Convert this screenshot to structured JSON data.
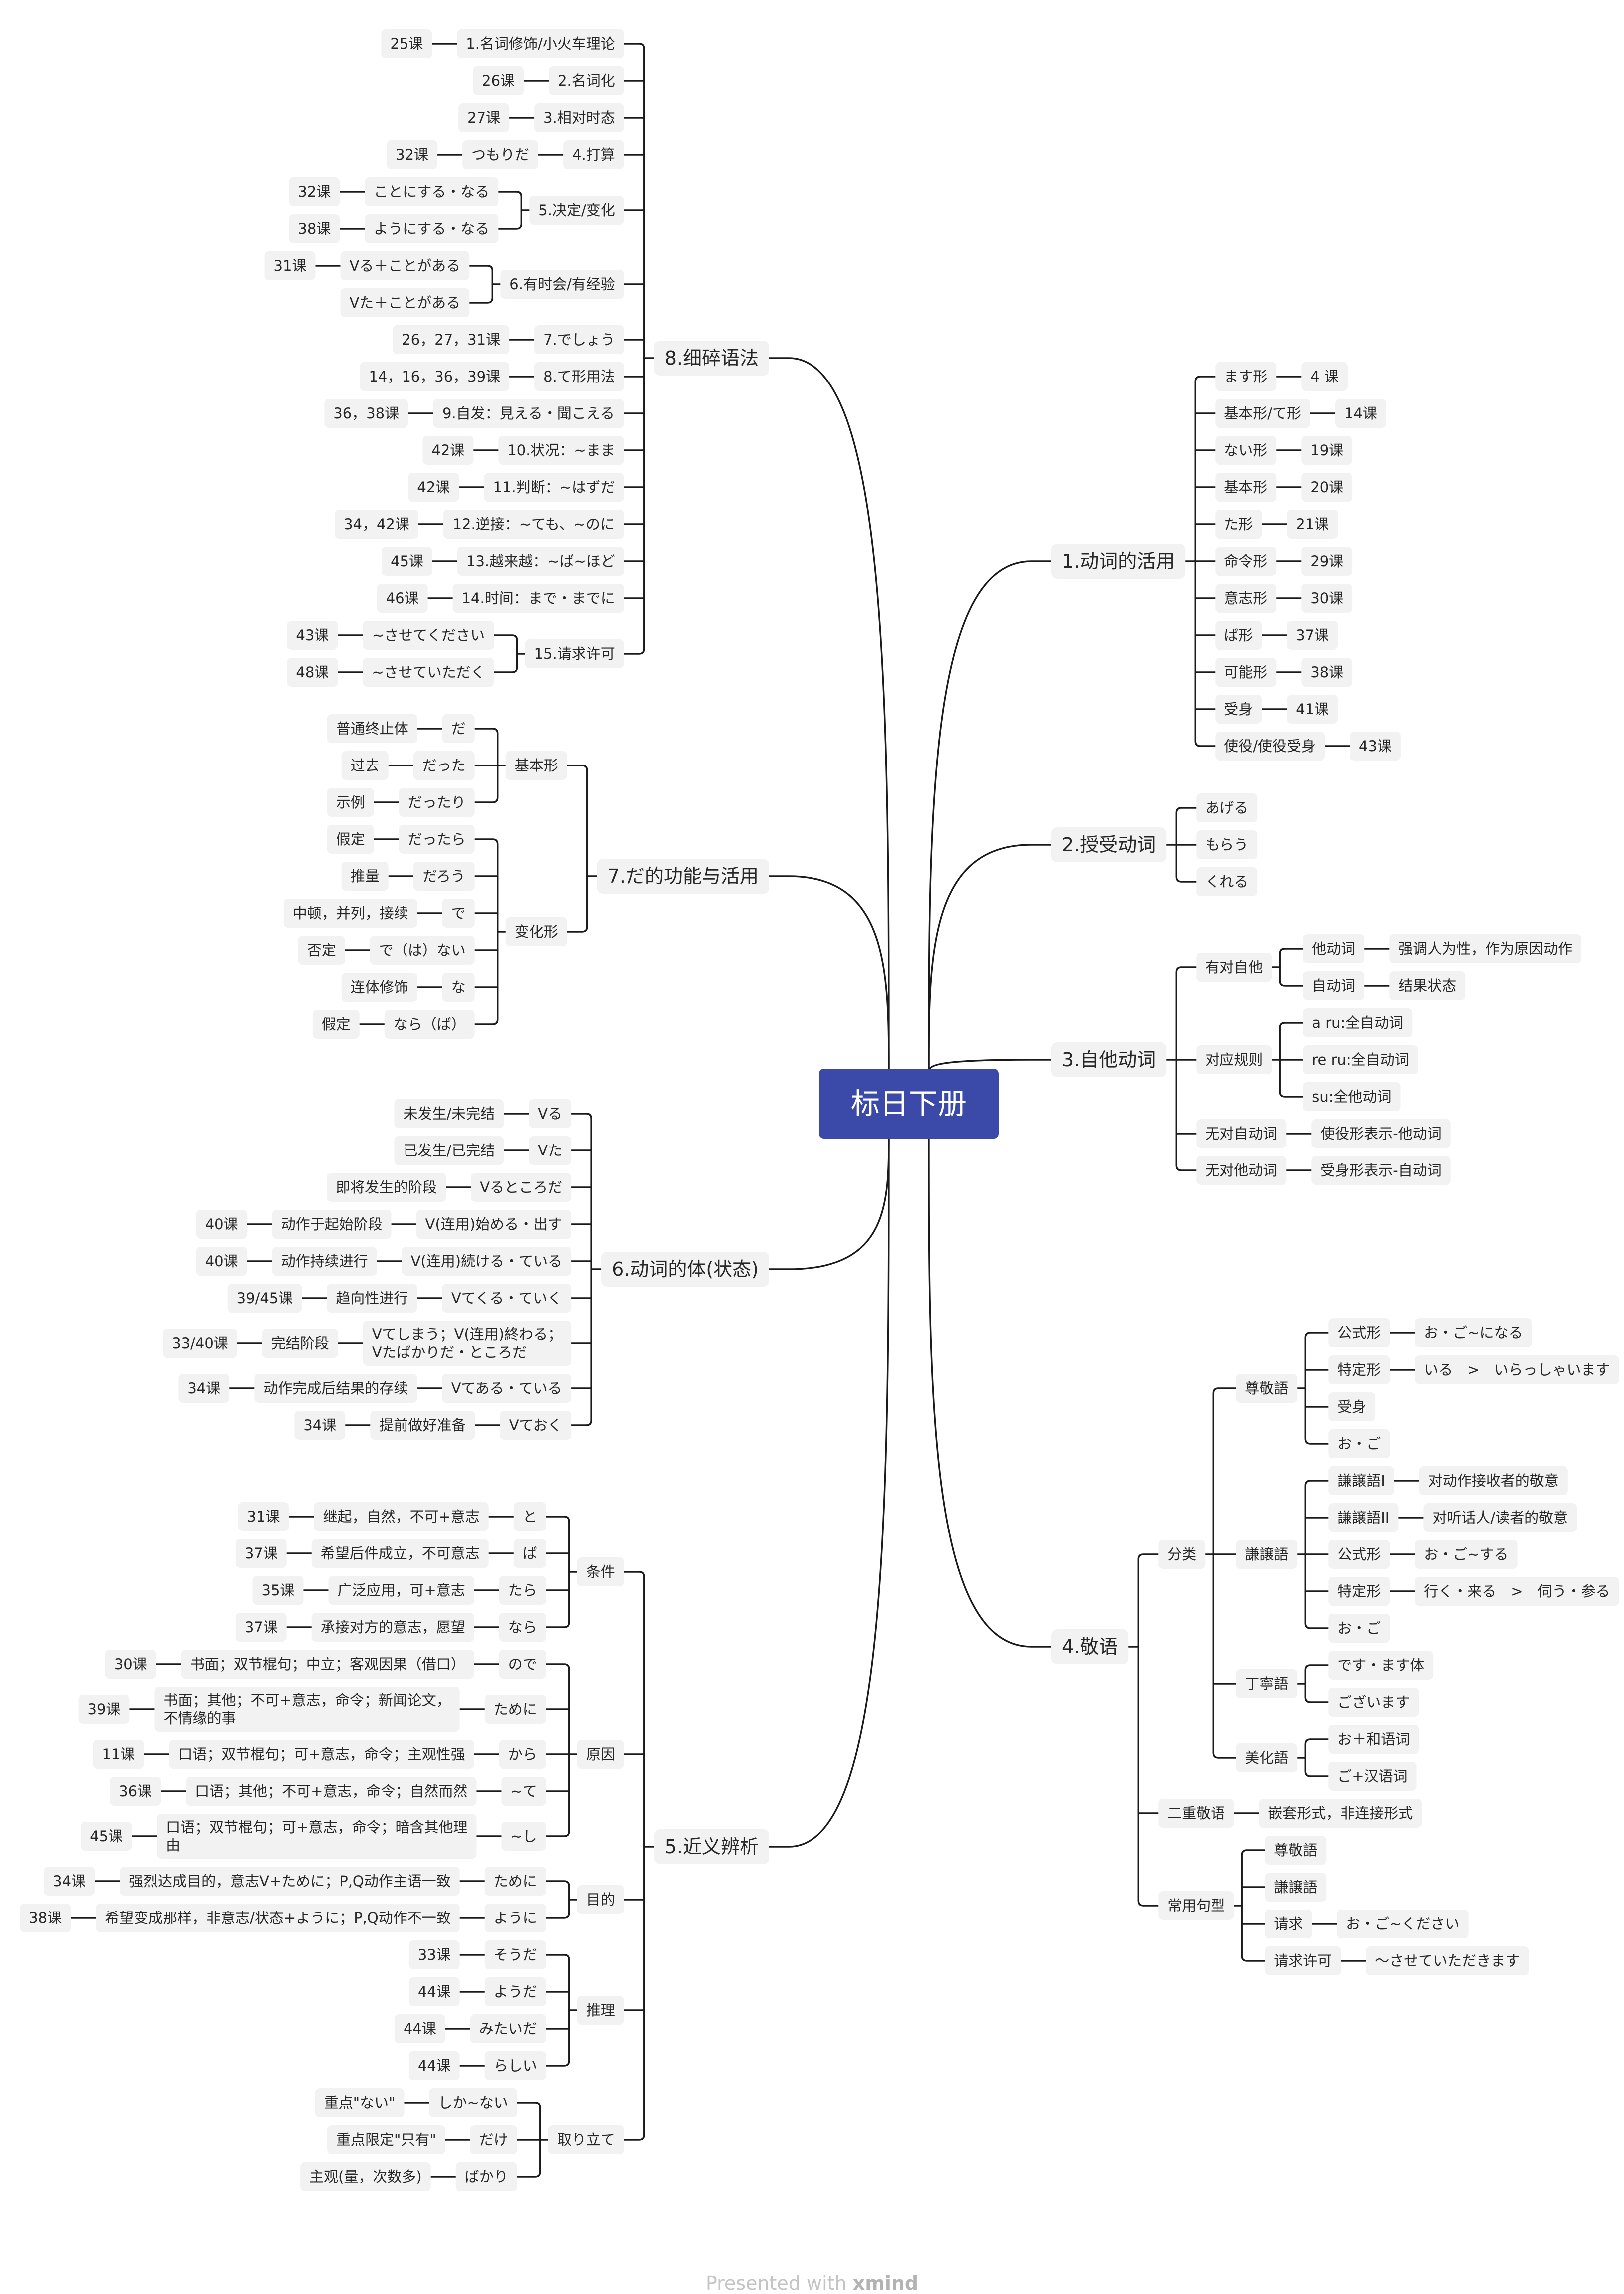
{
  "root": "标日下册",
  "footer": {
    "prefix": "Presented with",
    "brand": "xmind"
  },
  "branches": [
    {
      "id": "b1",
      "label": "1.动词的活用",
      "children": [
        {
          "label": "ます形",
          "children": [
            {
              "label": "4 课"
            }
          ]
        },
        {
          "label": "基本形/て形",
          "children": [
            {
              "label": "14课"
            }
          ]
        },
        {
          "label": "ない形",
          "children": [
            {
              "label": "19课"
            }
          ]
        },
        {
          "label": "基本形",
          "children": [
            {
              "label": "20课"
            }
          ]
        },
        {
          "label": "た形",
          "children": [
            {
              "label": "21课"
            }
          ]
        },
        {
          "label": "命令形",
          "children": [
            {
              "label": "29课"
            }
          ]
        },
        {
          "label": "意志形",
          "children": [
            {
              "label": "30课"
            }
          ]
        },
        {
          "label": "ば形",
          "children": [
            {
              "label": "37课"
            }
          ]
        },
        {
          "label": "可能形",
          "children": [
            {
              "label": "38课"
            }
          ]
        },
        {
          "label": "受身",
          "children": [
            {
              "label": "41课"
            }
          ]
        },
        {
          "label": "使役/使役受身",
          "children": [
            {
              "label": "43课"
            }
          ]
        }
      ]
    },
    {
      "id": "b2",
      "label": "2.授受动词",
      "children": [
        {
          "label": "あげる"
        },
        {
          "label": "もらう"
        },
        {
          "label": "くれる"
        }
      ]
    },
    {
      "id": "b3",
      "label": "3.自他动词",
      "children": [
        {
          "label": "有对自他",
          "children": [
            {
              "label": "他动词",
              "children": [
                {
                  "label": "强调人为性，作为原因动作"
                }
              ]
            },
            {
              "label": "自动词",
              "children": [
                {
                  "label": "结果状态"
                }
              ]
            }
          ]
        },
        {
          "label": "对应规则",
          "children": [
            {
              "label": "a ru:全自动词"
            },
            {
              "label": "re ru:全自动词"
            },
            {
              "label": "su:全他动词"
            }
          ]
        },
        {
          "label": "无对自动词",
          "children": [
            {
              "label": "使役形表示-他动词"
            }
          ]
        },
        {
          "label": "无对他动词",
          "children": [
            {
              "label": "受身形表示-自动词"
            }
          ]
        }
      ]
    },
    {
      "id": "b4",
      "label": "4.敬语",
      "children": [
        {
          "label": "分类",
          "children": [
            {
              "label": "尊敬語",
              "children": [
                {
                  "label": "公式形",
                  "children": [
                    {
                      "label": "お・ご~になる"
                    }
                  ]
                },
                {
                  "label": "特定形",
                  "children": [
                    {
                      "label": "いる　>　いらっしゃいます"
                    }
                  ]
                },
                {
                  "label": "受身"
                },
                {
                  "label": "お・ご"
                }
              ]
            },
            {
              "label": "謙譲語",
              "children": [
                {
                  "label": "謙譲語I",
                  "children": [
                    {
                      "label": "对动作接收者的敬意"
                    }
                  ]
                },
                {
                  "label": "謙譲語II",
                  "children": [
                    {
                      "label": "对听话人/读者的敬意"
                    }
                  ]
                },
                {
                  "label": "公式形",
                  "children": [
                    {
                      "label": "お・ご~する"
                    }
                  ]
                },
                {
                  "label": "特定形",
                  "children": [
                    {
                      "label": "行く・来る　>　伺う・参る"
                    }
                  ]
                },
                {
                  "label": "お・ご"
                }
              ]
            },
            {
              "label": "丁寧語",
              "children": [
                {
                  "label": "です・ます体"
                },
                {
                  "label": "ございます"
                }
              ]
            },
            {
              "label": "美化語",
              "children": [
                {
                  "label": "お＋和语词"
                },
                {
                  "label": "ご+汉语词"
                }
              ]
            }
          ]
        },
        {
          "label": "二重敬语",
          "children": [
            {
              "label": "嵌套形式，非连接形式"
            }
          ]
        },
        {
          "label": "常用句型",
          "children": [
            {
              "label": "尊敬語"
            },
            {
              "label": "謙譲語"
            },
            {
              "label": "请求",
              "children": [
                {
                  "label": "お・ご~ください"
                }
              ]
            },
            {
              "label": "请求许可",
              "children": [
                {
                  "label": "～させていただきます"
                }
              ]
            }
          ]
        }
      ]
    },
    {
      "id": "b5",
      "label": "5.近义辨析",
      "children": [
        {
          "label": "条件",
          "children": [
            {
              "label": "と",
              "children": [
                {
                  "label": "继起，自然，不可+意志",
                  "children": [
                    {
                      "label": "31课"
                    }
                  ]
                }
              ]
            },
            {
              "label": "ば",
              "children": [
                {
                  "label": "希望后件成立，不可意志",
                  "children": [
                    {
                      "label": "37课"
                    }
                  ]
                }
              ]
            },
            {
              "label": "たら",
              "children": [
                {
                  "label": "广泛应用，可+意志",
                  "children": [
                    {
                      "label": "35课"
                    }
                  ]
                }
              ]
            },
            {
              "label": "なら",
              "children": [
                {
                  "label": "承接对方的意志，愿望",
                  "children": [
                    {
                      "label": "37课"
                    }
                  ]
                }
              ]
            }
          ]
        },
        {
          "label": "原因",
          "children": [
            {
              "label": "ので",
              "children": [
                {
                  "label": "书面；双节棍句；中立；客观因果（借口）",
                  "children": [
                    {
                      "label": "30课"
                    }
                  ]
                }
              ]
            },
            {
              "label": "ために",
              "children": [
                {
                  "label": "书面；其他；不可+意志，命令；新闻论文，\n不情缘的事",
                  "children": [
                    {
                      "label": "39课"
                    }
                  ]
                }
              ]
            },
            {
              "label": "から",
              "children": [
                {
                  "label": "口语；双节棍句；可+意志，命令；主观性强",
                  "children": [
                    {
                      "label": "11课"
                    }
                  ]
                }
              ]
            },
            {
              "label": "~て",
              "children": [
                {
                  "label": "口语；其他；不可+意志，命令；自然而然",
                  "children": [
                    {
                      "label": "36课"
                    }
                  ]
                }
              ]
            },
            {
              "label": "~し",
              "children": [
                {
                  "label": "口语；双节棍句；可+意志，命令；暗含其他理\n由",
                  "children": [
                    {
                      "label": "45课"
                    }
                  ]
                }
              ]
            }
          ]
        },
        {
          "label": "目的",
          "children": [
            {
              "label": "ために",
              "children": [
                {
                  "label": "强烈达成目的，意志V+ために；P,Q动作主语一致",
                  "children": [
                    {
                      "label": "34课"
                    }
                  ]
                }
              ]
            },
            {
              "label": "ように",
              "children": [
                {
                  "label": "希望变成那样，非意志/状态+ように；P,Q动作不一致",
                  "children": [
                    {
                      "label": "38课"
                    }
                  ]
                }
              ]
            }
          ]
        },
        {
          "label": "推理",
          "children": [
            {
              "label": "そうだ",
              "children": [
                {
                  "label": "33课"
                }
              ]
            },
            {
              "label": "ようだ",
              "children": [
                {
                  "label": "44课"
                }
              ]
            },
            {
              "label": "みたいだ",
              "children": [
                {
                  "label": "44课"
                }
              ]
            },
            {
              "label": "らしい",
              "children": [
                {
                  "label": "44课"
                }
              ]
            }
          ]
        },
        {
          "label": "取り立て",
          "children": [
            {
              "label": "しか~ない",
              "children": [
                {
                  "label": "重点\"ない\""
                }
              ]
            },
            {
              "label": "だけ",
              "children": [
                {
                  "label": "重点限定\"只有\""
                }
              ]
            },
            {
              "label": "ばかり",
              "children": [
                {
                  "label": "主观(量，次数多)"
                }
              ]
            }
          ]
        }
      ]
    },
    {
      "id": "b6",
      "label": "6.动词的体(状态)",
      "children": [
        {
          "label": "Vる",
          "children": [
            {
              "label": "未发生/未完结"
            }
          ]
        },
        {
          "label": "Vた",
          "children": [
            {
              "label": "已发生/已完结"
            }
          ]
        },
        {
          "label": "Vるところだ",
          "children": [
            {
              "label": "即将发生的阶段"
            }
          ]
        },
        {
          "label": "V(连用)始める・出す",
          "children": [
            {
              "label": "动作于起始阶段",
              "children": [
                {
                  "label": "40课"
                }
              ]
            }
          ]
        },
        {
          "label": "V(连用)続ける・ている",
          "children": [
            {
              "label": "动作持续进行",
              "children": [
                {
                  "label": "40课"
                }
              ]
            }
          ]
        },
        {
          "label": "Vてくる・ていく",
          "children": [
            {
              "label": "趋向性进行",
              "children": [
                {
                  "label": "39/45课"
                }
              ]
            }
          ]
        },
        {
          "label": "Vてしまう；V(连用)終わる；\nVたばかりだ・ところだ",
          "children": [
            {
              "label": "完结阶段",
              "children": [
                {
                  "label": "33/40课"
                }
              ]
            }
          ]
        },
        {
          "label": "Vてある・ている",
          "children": [
            {
              "label": "动作完成后结果的存续",
              "children": [
                {
                  "label": "34课"
                }
              ]
            }
          ]
        },
        {
          "label": "Vておく",
          "children": [
            {
              "label": "提前做好准备",
              "children": [
                {
                  "label": "34课"
                }
              ]
            }
          ]
        }
      ]
    },
    {
      "id": "b7",
      "label": "7.だ的功能与活用",
      "children": [
        {
          "label": "基本形",
          "children": [
            {
              "label": "だ",
              "children": [
                {
                  "label": "普通终止体"
                }
              ]
            },
            {
              "label": "だった",
              "children": [
                {
                  "label": "过去"
                }
              ]
            },
            {
              "label": "だったり",
              "children": [
                {
                  "label": "示例"
                }
              ]
            }
          ]
        },
        {
          "label": "变化形",
          "children": [
            {
              "label": "だったら",
              "children": [
                {
                  "label": "假定"
                }
              ]
            },
            {
              "label": "だろう",
              "children": [
                {
                  "label": "推量"
                }
              ]
            },
            {
              "label": "で",
              "children": [
                {
                  "label": "中顿，并列，接续"
                }
              ]
            },
            {
              "label": "で（は）ない",
              "children": [
                {
                  "label": "否定"
                }
              ]
            },
            {
              "label": "な",
              "children": [
                {
                  "label": "连体修饰"
                }
              ]
            },
            {
              "label": "なら（ば）",
              "children": [
                {
                  "label": "假定"
                }
              ]
            }
          ]
        }
      ]
    },
    {
      "id": "b8",
      "label": "8.细碎语法",
      "children": [
        {
          "label": "1.名词修饰/小火车理论",
          "children": [
            {
              "label": "25课"
            }
          ]
        },
        {
          "label": "2.名词化",
          "children": [
            {
              "label": "26课"
            }
          ]
        },
        {
          "label": "3.相对时态",
          "children": [
            {
              "label": "27课"
            }
          ]
        },
        {
          "label": "4.打算",
          "children": [
            {
              "label": "つもりだ",
              "children": [
                {
                  "label": "32课"
                }
              ]
            }
          ]
        },
        {
          "label": "5.决定/变化",
          "children": [
            {
              "label": "ことにする・なる",
              "children": [
                {
                  "label": "32课"
                }
              ]
            },
            {
              "label": "ようにする・なる",
              "children": [
                {
                  "label": "38课"
                }
              ]
            }
          ]
        },
        {
          "label": "6.有时会/有经验",
          "children": [
            {
              "label": "Vる＋ことがある",
              "children": [
                {
                  "label": "31课"
                }
              ]
            },
            {
              "label": "Vた＋ことがある"
            }
          ]
        },
        {
          "label": "7.でしょう",
          "children": [
            {
              "label": "26，27，31课"
            }
          ]
        },
        {
          "label": "8.て形用法",
          "children": [
            {
              "label": "14，16，36，39课"
            }
          ]
        },
        {
          "label": "9.自发：見える・聞こえる",
          "children": [
            {
              "label": "36，38课"
            }
          ]
        },
        {
          "label": "10.状况：~まま",
          "children": [
            {
              "label": "42课"
            }
          ]
        },
        {
          "label": "11.判断：~はずだ",
          "children": [
            {
              "label": "42课"
            }
          ]
        },
        {
          "label": "12.逆接：~ても、~のに",
          "children": [
            {
              "label": "34，42课"
            }
          ]
        },
        {
          "label": "13.越来越：~ば~ほど",
          "children": [
            {
              "label": "45课"
            }
          ]
        },
        {
          "label": "14.时间：まで・までに",
          "children": [
            {
              "label": "46课"
            }
          ]
        },
        {
          "label": "15.请求许可",
          "children": [
            {
              "label": "~させてください",
              "children": [
                {
                  "label": "43课"
                }
              ]
            },
            {
              "label": "~させていただく",
              "children": [
                {
                  "label": "48课"
                }
              ]
            }
          ]
        }
      ]
    }
  ]
}
